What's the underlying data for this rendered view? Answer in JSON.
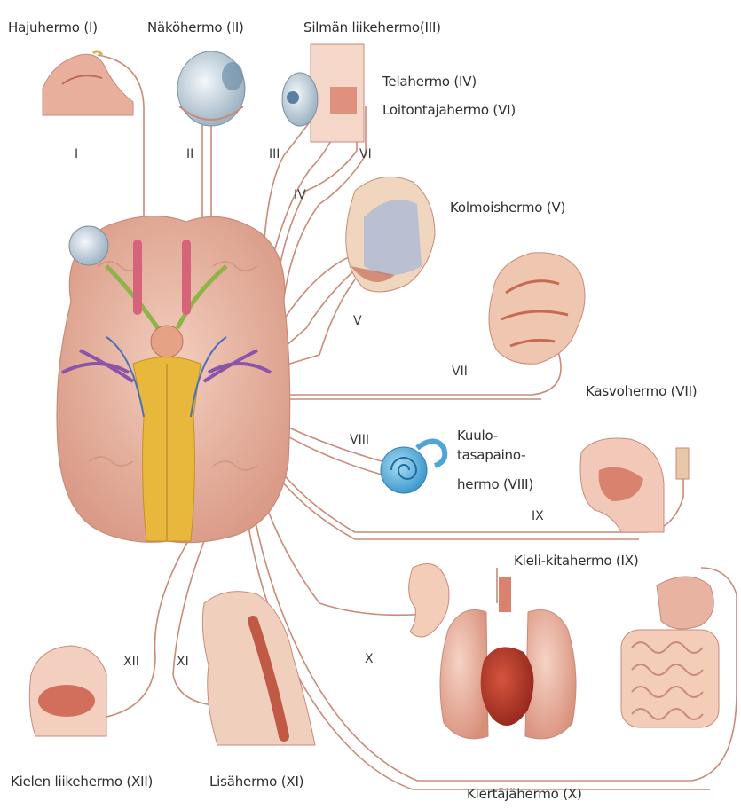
{
  "labels": {
    "hajuhermo": "Hajuhermo (I)",
    "nakohermo": "Näköhermo (II)",
    "silman_liikehermo": "Silmän liikehermo(III)",
    "telahermo": "Telahermo (IV)",
    "loitontajahermo": "Loitontajahermo (VI)",
    "kolmoishermo": "Kolmoishermo (V)",
    "kasvohermo": "Kasvohermo (VII)",
    "kuulo_line1": "Kuulo-",
    "kuulo_line2": "tasapaino-",
    "kuulo_line3": "hermo (VIII)",
    "kieli_kitahermo": "Kieli-kitahermo (IX)",
    "kielen_liikehermo": "Kielen liikehermo (XII)",
    "lisahermo": "Lisähermo (XI)",
    "kiertajahermo": "Kiertäjähermo  (X)"
  },
  "numerals": {
    "n1": "I",
    "n2": "II",
    "n3": "III",
    "n4": "IV",
    "n5": "V",
    "n6": "VI",
    "n7": "VII",
    "n8": "VIII",
    "n9": "IX",
    "n10": "X",
    "n11": "XI",
    "n12": "XII"
  },
  "colors": {
    "nerve_line": "#c98a7a",
    "brain_pink": "#e9b9a6",
    "brainstem_yellow": "#e8b83c",
    "optic_green": "#8fb347",
    "vestibular_purple": "#8a55a6",
    "ear_blue": "#4da6d6"
  }
}
